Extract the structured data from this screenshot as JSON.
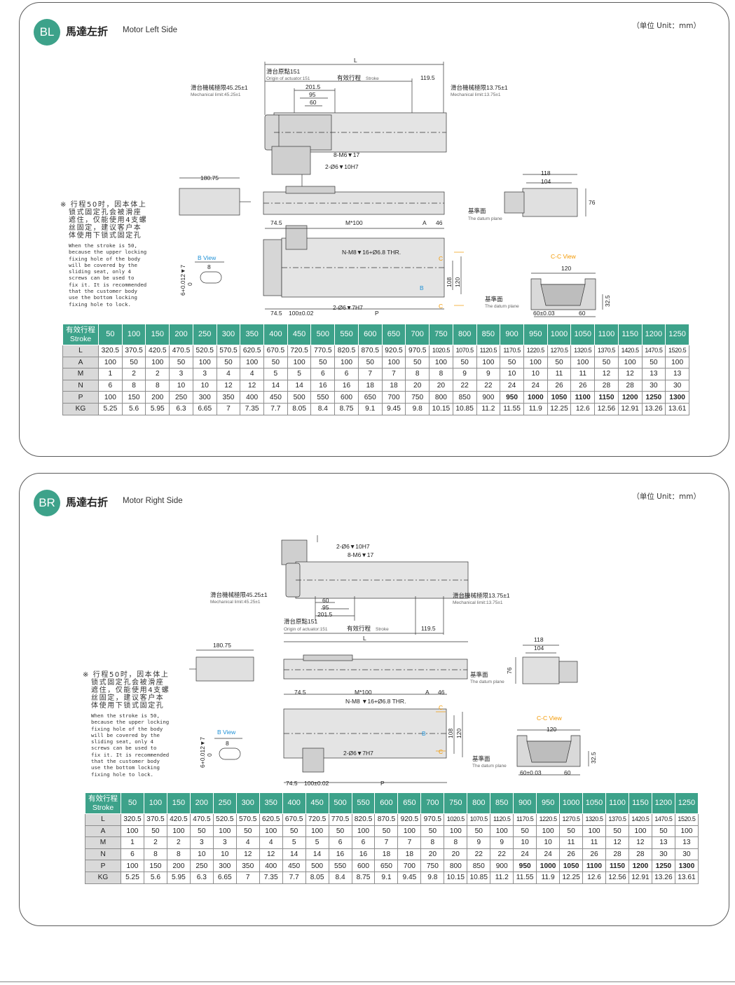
{
  "colors": {
    "accent": "#3da28a",
    "blue": "#1e90d6",
    "orange": "#f39800"
  },
  "sections": [
    {
      "badge": "BL",
      "title_cn": "馬達左折",
      "title_en": "Motor Left Side",
      "unit": "（单位 Unit：mm）",
      "note": {
        "cn": [
          "※ 行程50时，因本体上",
          "锁式固定孔会被滑座",
          "遮住，仅能使用4支螺",
          "丝固定，建议客户本",
          "体使用下锁式固定孔"
        ],
        "en": [
          "When the stroke is 50,",
          "because the upper locking",
          "fixing hole of the body",
          "will be covered by the",
          "sliding seat, only 4",
          "screws can be used to",
          "fix it. It is recommended",
          "that the customer body",
          "use the bottom locking",
          "fixing hole to lock."
        ]
      },
      "dims": {
        "L": "L",
        "origin_cn": "滑台原點151",
        "origin_en": "Origin of actuator:151",
        "stroke_cn": "有效行程",
        "stroke_en": "Stroke",
        "d1195": "119.5",
        "mech_left_cn": "滑台機械極限45.25±1",
        "mech_left_en": "Mechanical limit:45.25±1",
        "mech_right_cn": "滑台機械極限13.75±1",
        "mech_right_en": "Mechanical limit:13.75±1",
        "d2015": "201.5",
        "d95": "95",
        "d60": "60",
        "m6": "8-M6▼17",
        "pin": "2-Ø6▼10H7",
        "d18075": "180.75",
        "d118": "118",
        "d104": "104",
        "d76": "76",
        "datum_cn": "基準面",
        "datum_en": "The datum plane",
        "d745": "74.5",
        "m100": "M*100",
        "A": "A",
        "d46": "46",
        "nm8": "N-M8▼16+Ø6.8 THR.",
        "C": "C",
        "B": "B",
        "bview": "B View",
        "d8": "8",
        "tol": "6+0.012▼7",
        "tol0": "0",
        "d108": "108",
        "d120": "120",
        "p745": "74.5",
        "p100": "100±0.02",
        "pin7": "2-Ø6▼7H7",
        "P": "P",
        "ccview": "C-C View",
        "c120": "120",
        "c325": "32.5",
        "c60t": "60±0.03",
        "c60": "60"
      },
      "table": {
        "header_cn": "有效行程",
        "header_en": "Stroke",
        "strokes": [
          "50",
          "100",
          "150",
          "200",
          "250",
          "300",
          "350",
          "400",
          "450",
          "500",
          "550",
          "600",
          "650",
          "700",
          "750",
          "800",
          "850",
          "900",
          "950",
          "1000",
          "1050",
          "1100",
          "1150",
          "1200",
          "1250"
        ],
        "rows": [
          {
            "label": "L",
            "values": [
              "320.5",
              "370.5",
              "420.5",
              "470.5",
              "520.5",
              "570.5",
              "620.5",
              "670.5",
              "720.5",
              "770.5",
              "820.5",
              "870.5",
              "920.5",
              "970.5",
              "1020.5",
              "1070.5",
              "1120.5",
              "1170.5",
              "1220.5",
              "1270.5",
              "1320.5",
              "1370.5",
              "1420.5",
              "1470.5",
              "1520.5"
            ]
          },
          {
            "label": "A",
            "values": [
              "100",
              "50",
              "100",
              "50",
              "100",
              "50",
              "100",
              "50",
              "100",
              "50",
              "100",
              "50",
              "100",
              "50",
              "100",
              "50",
              "100",
              "50",
              "100",
              "50",
              "100",
              "50",
              "100",
              "50",
              "100"
            ]
          },
          {
            "label": "M",
            "values": [
              "1",
              "2",
              "2",
              "3",
              "3",
              "4",
              "4",
              "5",
              "5",
              "6",
              "6",
              "7",
              "7",
              "8",
              "8",
              "9",
              "9",
              "10",
              "10",
              "11",
              "11",
              "12",
              "12",
              "13",
              "13"
            ]
          },
          {
            "label": "N",
            "values": [
              "6",
              "8",
              "8",
              "10",
              "10",
              "12",
              "12",
              "14",
              "14",
              "16",
              "16",
              "18",
              "18",
              "20",
              "20",
              "22",
              "22",
              "24",
              "24",
              "26",
              "26",
              "28",
              "28",
              "30",
              "30"
            ]
          },
          {
            "label": "P",
            "values": [
              "100",
              "150",
              "200",
              "250",
              "300",
              "350",
              "400",
              "450",
              "500",
              "550",
              "600",
              "650",
              "700",
              "750",
              "800",
              "850",
              "900",
              "950",
              "1000",
              "1050",
              "1100",
              "1150",
              "1200",
              "1250",
              "1300"
            ]
          },
          {
            "label": "KG",
            "values": [
              "5.25",
              "5.6",
              "5.95",
              "6.3",
              "6.65",
              "7",
              "7.35",
              "7.7",
              "8.05",
              "8.4",
              "8.75",
              "9.1",
              "9.45",
              "9.8",
              "10.15",
              "10.85",
              "11.2",
              "11.55",
              "11.9",
              "12.25",
              "12.6",
              "12.56",
              "12.91",
              "13.26",
              "13.61"
            ]
          }
        ]
      }
    },
    {
      "badge": "BR",
      "title_cn": "馬達右折",
      "title_en": "Motor Right Side",
      "unit": "（单位 Unit：mm）",
      "note": {
        "cn": [
          "※ 行程50时，因本体上",
          "锁式固定孔会被滑座",
          "遮住，仅能使用4支螺",
          "丝固定，建议客户本",
          "体使用下锁式固定孔"
        ],
        "en": [
          "When the stroke is 50,",
          "because the upper locking",
          "fixing hole of the body",
          "will be covered by the",
          "sliding seat, only 4",
          "screws can be used to",
          "fix it. It is recommended",
          "that the customer body",
          "use the bottom locking",
          "fixing hole to lock."
        ]
      },
      "dims": {
        "L": "L",
        "origin_cn": "滑台原點151",
        "origin_en": "Origin of actuator:151",
        "stroke_cn": "有效行程",
        "stroke_en": "Stroke",
        "d1195": "119.5",
        "mech_left_cn": "滑台機械極限45.25±1",
        "mech_left_en": "Mechanical limit:45.25±1",
        "mech_right_cn": "滑台機械極限13.75±1",
        "mech_right_en": "Mechanical limit:13.75±1",
        "d2015": "201.5",
        "d95": "95",
        "d60": "60",
        "m6": "8-M6▼17",
        "pin": "2-Ø6▼10H7",
        "d18075": "180.75",
        "d118": "118",
        "d104": "104",
        "d76": "76",
        "datum_cn": "基準面",
        "datum_en": "The datum plane",
        "d745": "74.5",
        "m100": "M*100",
        "A": "A",
        "d46": "46",
        "nm8": "N-M8 ▼16+Ø6.8 THR.",
        "C": "C",
        "B": "B",
        "bview": "B View",
        "d8": "8",
        "tol": "6+0.012▼7",
        "tol0": "0",
        "d108": "108",
        "d120": "120",
        "p745": "74.5",
        "p100": "100±0.02",
        "pin7": "2-Ø6▼7H7",
        "P": "P",
        "ccview": "C-C View",
        "c120": "120",
        "c325": "32.5",
        "c60t": "60±0.03",
        "c60": "60"
      },
      "table": {
        "header_cn": "有效行程",
        "header_en": "Stroke",
        "strokes": [
          "50",
          "100",
          "150",
          "200",
          "250",
          "300",
          "350",
          "400",
          "450",
          "500",
          "550",
          "600",
          "650",
          "700",
          "750",
          "800",
          "850",
          "900",
          "950",
          "1000",
          "1050",
          "1100",
          "1150",
          "1200",
          "1250"
        ],
        "rows": [
          {
            "label": "L",
            "values": [
              "320.5",
              "370.5",
              "420.5",
              "470.5",
              "520.5",
              "570.5",
              "620.5",
              "670.5",
              "720.5",
              "770.5",
              "820.5",
              "870.5",
              "920.5",
              "970.5",
              "1020.5",
              "1070.5",
              "1120.5",
              "1170.5",
              "1220.5",
              "1270.5",
              "1320.5",
              "1370.5",
              "1420.5",
              "1470.5",
              "1520.5"
            ]
          },
          {
            "label": "A",
            "values": [
              "100",
              "50",
              "100",
              "50",
              "100",
              "50",
              "100",
              "50",
              "100",
              "50",
              "100",
              "50",
              "100",
              "50",
              "100",
              "50",
              "100",
              "50",
              "100",
              "50",
              "100",
              "50",
              "100",
              "50",
              "100"
            ]
          },
          {
            "label": "M",
            "values": [
              "1",
              "2",
              "2",
              "3",
              "3",
              "4",
              "4",
              "5",
              "5",
              "6",
              "6",
              "7",
              "7",
              "8",
              "8",
              "9",
              "9",
              "10",
              "10",
              "11",
              "11",
              "12",
              "12",
              "13",
              "13"
            ]
          },
          {
            "label": "N",
            "values": [
              "6",
              "8",
              "8",
              "10",
              "10",
              "12",
              "12",
              "14",
              "14",
              "16",
              "16",
              "18",
              "18",
              "20",
              "20",
              "22",
              "22",
              "24",
              "24",
              "26",
              "26",
              "28",
              "28",
              "30",
              "30"
            ]
          },
          {
            "label": "P",
            "values": [
              "100",
              "150",
              "200",
              "250",
              "300",
              "350",
              "400",
              "450",
              "500",
              "550",
              "600",
              "650",
              "700",
              "750",
              "800",
              "850",
              "900",
              "950",
              "1000",
              "1050",
              "1100",
              "1150",
              "1200",
              "1250",
              "1300"
            ]
          },
          {
            "label": "KG",
            "values": [
              "5.25",
              "5.6",
              "5.95",
              "6.3",
              "6.65",
              "7",
              "7.35",
              "7.7",
              "8.05",
              "8.4",
              "8.75",
              "9.1",
              "9.45",
              "9.8",
              "10.15",
              "10.85",
              "11.2",
              "11.55",
              "11.9",
              "12.25",
              "12.6",
              "12.56",
              "12.91",
              "13.26",
              "13.61"
            ]
          }
        ]
      }
    }
  ]
}
